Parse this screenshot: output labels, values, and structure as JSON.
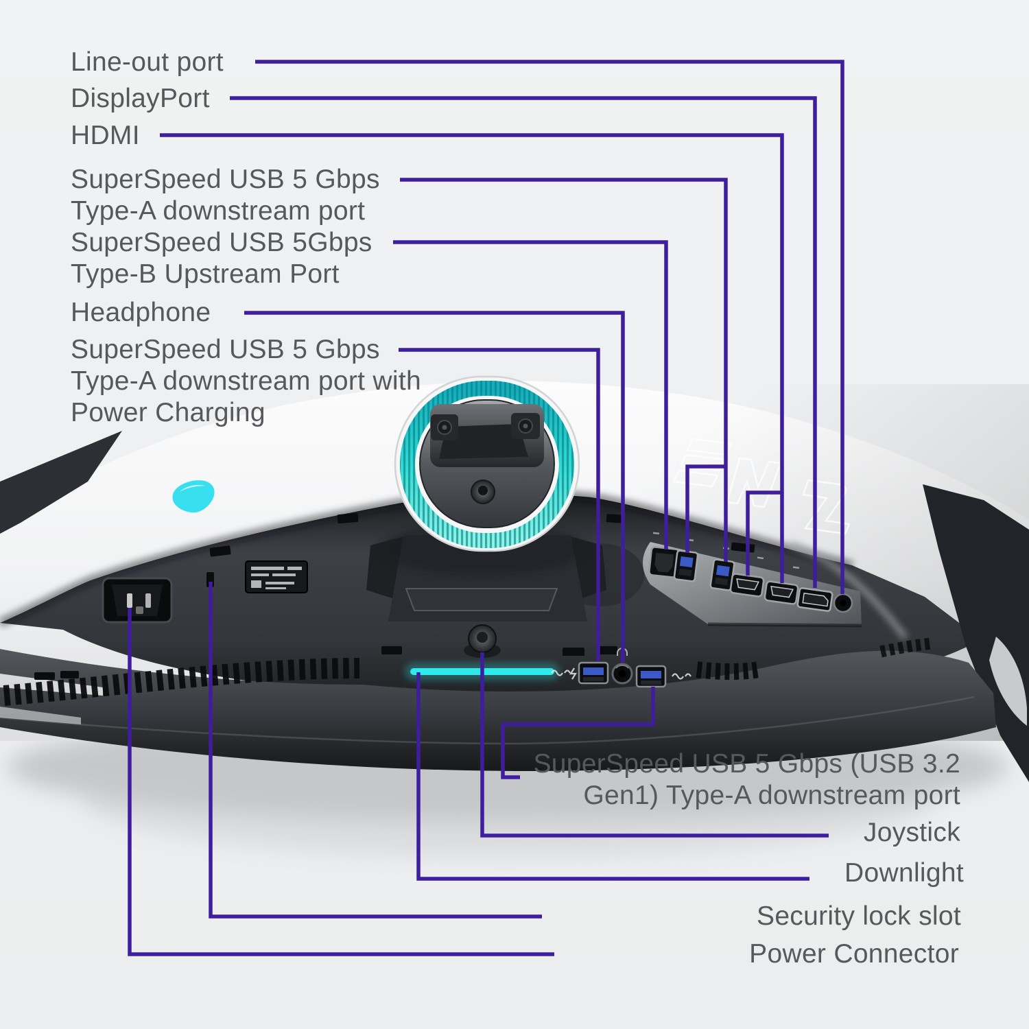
{
  "colors": {
    "background": "#eff0f1",
    "callout_line": "#3e1d9e",
    "label_text": "#57585a",
    "accent_cyan": "#38dfee",
    "downlight_cyan": "#2fe9ea",
    "led_ring_teal": "#2fd9d2"
  },
  "icons": {
    "logo": "alienware-alien-head-logo",
    "charging": "usb-ss-charging-icon",
    "superspeed": "usb-ss-icon",
    "headphone_glyph": "headphone-icon"
  },
  "callouts": [
    {
      "id": "line-out-port",
      "label": "Line-out port"
    },
    {
      "id": "displayport",
      "label": "DisplayPort"
    },
    {
      "id": "hdmi",
      "label": "HDMI"
    },
    {
      "id": "usb-a-downstream",
      "label": "SuperSpeed USB 5 Gbps\nType-A downstream port"
    },
    {
      "id": "usb-b-upstream",
      "label": "SuperSpeed USB 5Gbps\nType-B Upstream Port"
    },
    {
      "id": "headphone",
      "label": "Headphone"
    },
    {
      "id": "usb-a-charging",
      "label": "SuperSpeed USB 5 Gbps\nType-A downstream port with\nPower Charging"
    },
    {
      "id": "usb-a-gen1",
      "label": "SuperSpeed USB 5 Gbps (USB 3.2\nGen1) Type-A downstream port"
    },
    {
      "id": "joystick",
      "label": "Joystick"
    },
    {
      "id": "downlight",
      "label": "Downlight"
    },
    {
      "id": "security-lock-slot",
      "label": "Security lock slot"
    },
    {
      "id": "power-connector",
      "label": "Power Connector"
    }
  ]
}
